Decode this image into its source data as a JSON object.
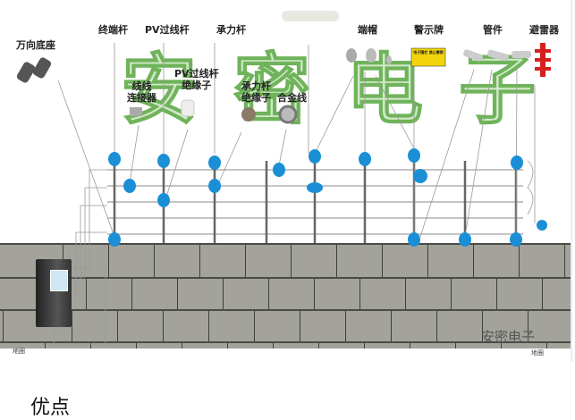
{
  "labels": {
    "universal_base": "万向底座",
    "terminal_pole": "终端杆",
    "pv_pass_pole": "PV过线杆",
    "tension_pole": "承力杆",
    "end_cap": "端帽",
    "warning_sign": "警示牌",
    "fitting": "管件",
    "lightning_arrester": "避雷器",
    "wire_connector_1": "线线",
    "wire_connector_2": "连接器",
    "pv_insulator_1": "PV过线杆",
    "pv_insulator_2": "绝缘子",
    "tension_insulator_1": "承力杆",
    "tension_insulator_2": "绝缘子",
    "alloy_wire": "合金线",
    "ground_left": "地圈",
    "ground_right": "地圈",
    "sign_text": "电子围栏 禁止攀爬"
  },
  "watermark": "安密电子",
  "brand": "安密电子",
  "section_title": "优点",
  "colors": {
    "marker": "#1a8fd6",
    "wall": "#9a9a94",
    "watermark": "#7fc06a",
    "arrester": "#d62020",
    "sign": "#f2d40c"
  }
}
